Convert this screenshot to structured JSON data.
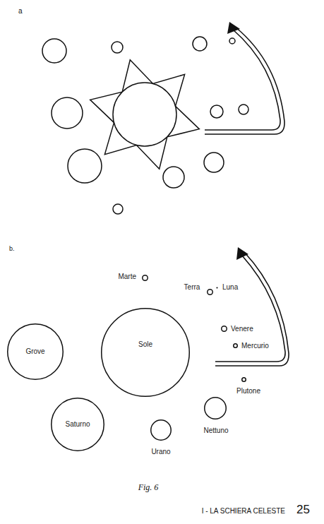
{
  "diagram": {
    "caption": "Fig. 6",
    "nodes": [
      {
        "text": [
          "Marte"
        ]
      },
      {
        "text": [
          "Terra"
        ]
      },
      {
        "text": [
          "Luna"
        ]
      },
      {
        "text": [
          "Venere"
        ]
      },
      {
        "text": [
          "Mercurio"
        ]
      },
      {
        "text": [
          "Grove"
        ]
      },
      {
        "text": [
          "Sole"
        ]
      },
      {
        "text": [
          "Plutone"
        ]
      },
      {
        "text": [
          "Nettuno"
        ]
      },
      {
        "text": [
          "Saturno"
        ]
      },
      {
        "text": [
          "Urano"
        ]
      }
    ],
    "labels": [
      "a",
      "b.",
      "I - LA SCHIERA CELESTE",
      "25"
    ]
  }
}
